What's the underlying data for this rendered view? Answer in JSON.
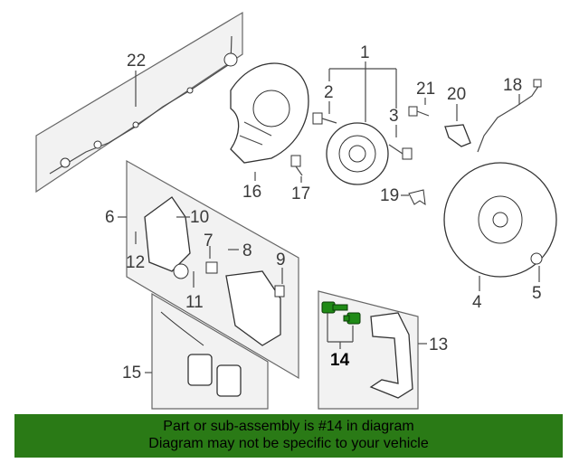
{
  "callouts": {
    "c1": "1",
    "c2": "2",
    "c3": "3",
    "c4": "4",
    "c5": "5",
    "c6": "6",
    "c7": "7",
    "c8": "8",
    "c9": "9",
    "c10": "10",
    "c11": "11",
    "c12": "12",
    "c13": "13",
    "c14": "14",
    "c15": "15",
    "c16": "16",
    "c17": "17",
    "c18": "18",
    "c19": "19",
    "c20": "20",
    "c21": "21",
    "c22": "22"
  },
  "highlight_part": "14",
  "colors": {
    "banner": "#2a7a16",
    "highlight": "#1f8a16",
    "panel": "#f2f2f2"
  },
  "banner": {
    "line1": "Part or sub-assembly is #14 in diagram",
    "line2": "Diagram may not be specific to your vehicle"
  }
}
